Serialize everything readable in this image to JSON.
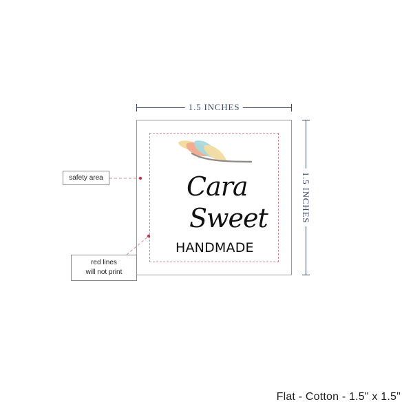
{
  "dimensions": {
    "width_label": "1.5 INCHES",
    "height_label": "1.5 INCHES"
  },
  "label": {
    "brand_line1": "Cara",
    "brand_line2": "Sweet",
    "brand_sub": "HANDMADE",
    "icon": "feather-icon"
  },
  "callouts": {
    "safety_area": "safety area",
    "red_lines_line1": "red lines",
    "red_lines_line2": "will not print"
  },
  "footer": {
    "product_text": "Flat - Cotton - 1.5\" x 1.5\""
  },
  "colors": {
    "dimension": "#3b4a6b",
    "safety_line": "#d48a96",
    "leader": "#c0394d"
  }
}
